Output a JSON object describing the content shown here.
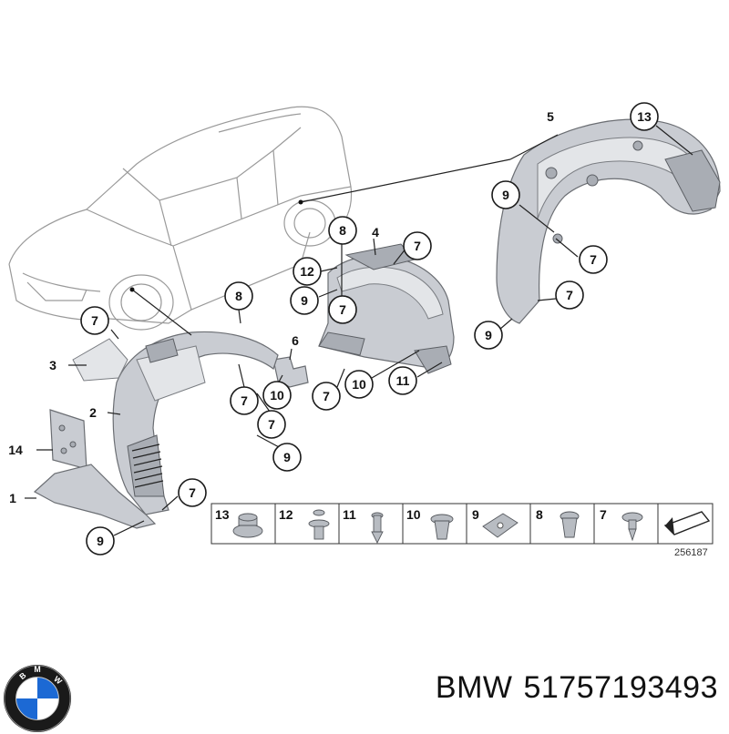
{
  "diagram": {
    "reference_number": "256187",
    "callouts": {
      "c5": "5",
      "c13_top": "13",
      "c9_rear_a": "9",
      "c7_rear_a": "7",
      "c7_rear_b": "7",
      "c9_rear_b": "9",
      "c8_mid": "8",
      "c4": "4",
      "c7_mid_a": "7",
      "c12_mid": "12",
      "c9_mid": "9",
      "c7_mid_b": "7",
      "c6": "6",
      "c10_mid": "10",
      "c7_mid_c": "7",
      "c10_mid_b": "10",
      "c11_mid": "11",
      "c8_front": "8",
      "c7_front_a": "7",
      "c3": "3",
      "c2": "2",
      "c7_front_b": "7",
      "c7_front_c": "7",
      "c9_front_a": "9",
      "c14": "14",
      "c1": "1",
      "c7_front_d": "7",
      "c9_front_b": "9"
    },
    "legend": [
      {
        "num": "13",
        "name": "nut-fastener"
      },
      {
        "num": "12",
        "name": "expanding-rivet"
      },
      {
        "num": "11",
        "name": "push-pin"
      },
      {
        "num": "10",
        "name": "sleeve-nut"
      },
      {
        "num": "9",
        "name": "spring-clip"
      },
      {
        "num": "8",
        "name": "plastic-nut"
      },
      {
        "num": "7",
        "name": "screw"
      }
    ]
  },
  "brand": {
    "name": "BMW",
    "part_number": "51757193493",
    "logo_letters": "BMW"
  },
  "colors": {
    "bmw_blue": "#1c69d4",
    "part_gray": "#c9ccd2",
    "line_dark": "#1a1a1a"
  }
}
